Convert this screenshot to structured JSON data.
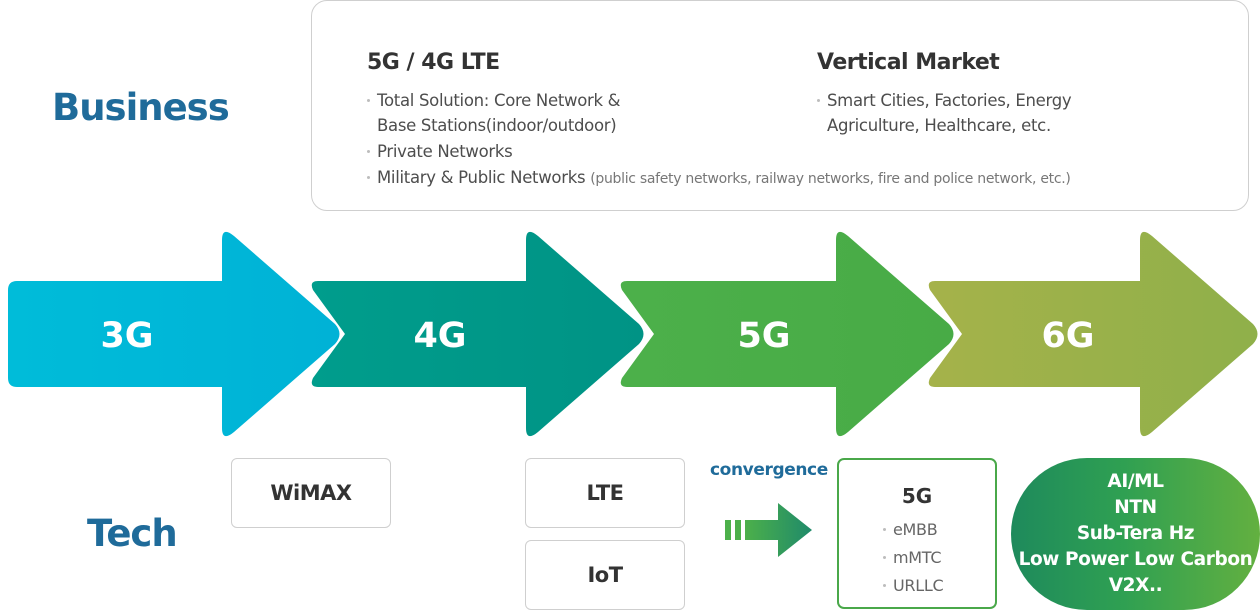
{
  "business": {
    "label": "Business",
    "columns": [
      {
        "title": "5G / 4G LTE",
        "items": [
          {
            "text": "Total Solution: Core Network &\n Base Stations(indoor/outdoor)",
            "detail": ""
          },
          {
            "text": "Private Networks",
            "detail": ""
          },
          {
            "text": "Military & Public Networks",
            "detail": "(public safety networks, railway networks, fire and police network, etc.)"
          }
        ]
      },
      {
        "title": "Vertical Market",
        "items": [
          {
            "text": "Smart Cities, Factories, Energy\nAgriculture, Healthcare, etc.",
            "detail": ""
          }
        ]
      }
    ]
  },
  "generations": [
    {
      "label": "3G",
      "color": "#00bcd9"
    },
    {
      "label": "4G",
      "color": "#00998a"
    },
    {
      "label": "5G",
      "color": "#4cb04a"
    },
    {
      "label": "6G",
      "color": "#8fb04a"
    }
  ],
  "tech": {
    "label": "Tech",
    "wimax": "WiMAX",
    "lte": "LTE",
    "iot": "IoT",
    "convergence": "convergence",
    "five_g": {
      "title": "5G",
      "items": [
        "eMBB",
        "mMTC",
        "URLLC"
      ]
    },
    "six_g": [
      "AI/ML",
      "NTN",
      "Sub-Tera Hz",
      "Low Power Low Carbon",
      "V2X.."
    ]
  }
}
